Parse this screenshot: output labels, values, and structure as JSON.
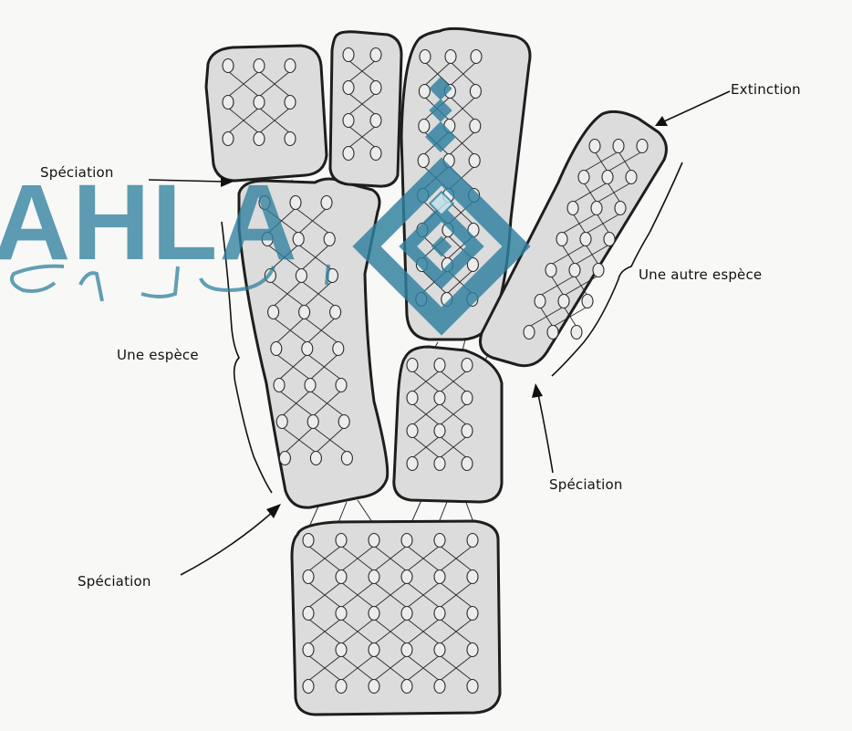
{
  "labels": {
    "speciation_top": "Spéciation",
    "extinction": "Extinction",
    "une_autre_espece": "Une autre espèce",
    "une_espece": "Une espèce",
    "speciation_right": "Spéciation",
    "speciation_bottom": "Spéciation"
  },
  "watermark": {
    "text": "AHLA",
    "color": "#2f809e",
    "logo_icon": "geometric-seal-icon"
  },
  "colors": {
    "block_fill": "#dcdcdc",
    "outline": "#1e1e1e",
    "background": "#f8f8f6"
  }
}
